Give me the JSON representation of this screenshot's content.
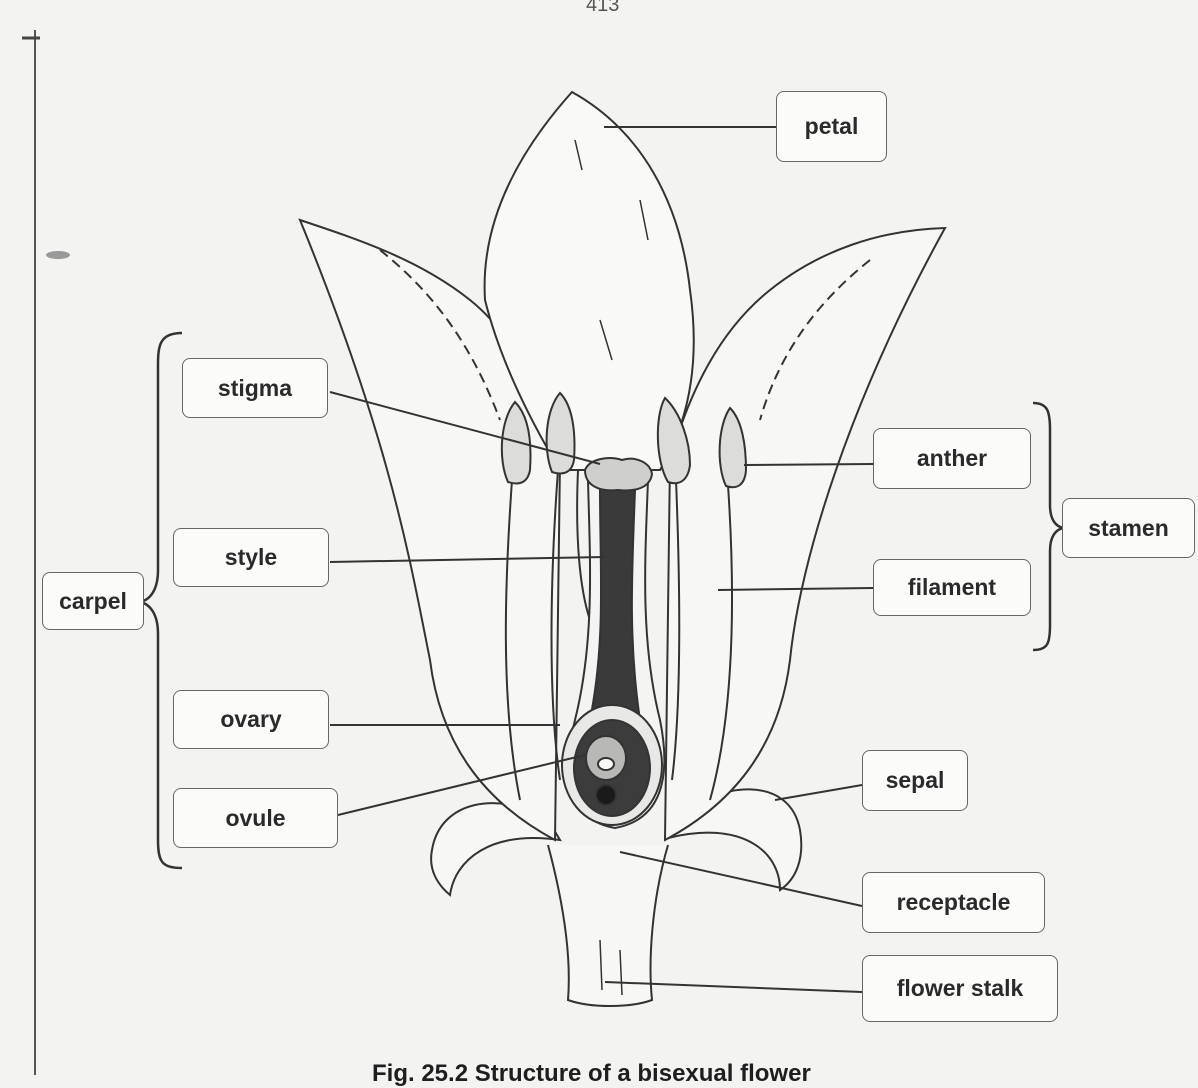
{
  "page": {
    "page_number": "413",
    "caption": "Fig. 25.2 Structure of a bisexual flower"
  },
  "labels": {
    "petal": "petal",
    "stigma": "stigma",
    "style": "style",
    "ovary": "ovary",
    "ovule": "ovule",
    "carpel": "carpel",
    "anther": "anther",
    "filament": "filament",
    "stamen": "stamen",
    "sepal": "sepal",
    "receptacle": "receptacle",
    "flower_stalk": "flower stalk"
  },
  "colors": {
    "background": "#f3f3f1",
    "line": "#333333",
    "box_border": "#666666"
  }
}
